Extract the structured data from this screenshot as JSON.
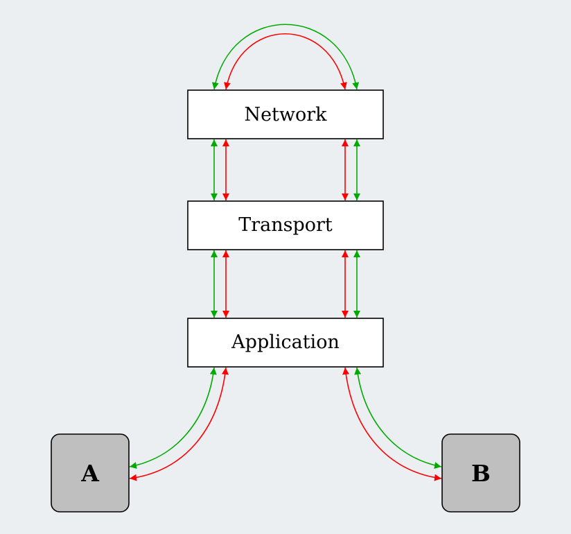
{
  "diagram": {
    "layers": {
      "network": "Network",
      "transport": "Transport",
      "application": "Application"
    },
    "endpoints": {
      "a": "A",
      "b": "B"
    },
    "colors": {
      "background": "#ebeff2",
      "green_path": "#00aa00",
      "red_path": "#ff0000",
      "layer_fill": "#ffffff",
      "endpoint_fill": "#bfbfbf"
    }
  }
}
